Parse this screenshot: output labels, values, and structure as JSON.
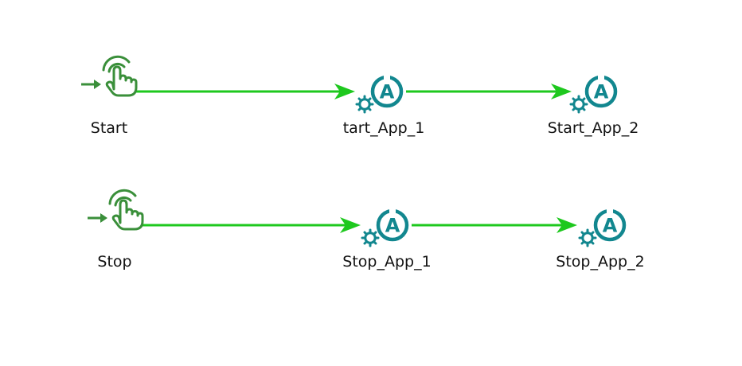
{
  "colors": {
    "connector": "#1ec81e",
    "trigger": "#3a8f3a",
    "app_icon": "#12878f",
    "label": "#111111",
    "background": "#ffffff"
  },
  "flows": [
    {
      "trigger": {
        "label": "Start",
        "icon": "hand-pointer-trigger-icon"
      },
      "steps": [
        {
          "label": "tart_App_1",
          "icon": "app-activity-icon"
        },
        {
          "label": "Start_App_2",
          "icon": "app-activity-icon"
        }
      ]
    },
    {
      "trigger": {
        "label": "Stop",
        "icon": "hand-pointer-trigger-icon"
      },
      "steps": [
        {
          "label": "Stop_App_1",
          "icon": "app-activity-icon"
        },
        {
          "label": "Stop_App_2",
          "icon": "app-activity-icon"
        }
      ]
    }
  ]
}
